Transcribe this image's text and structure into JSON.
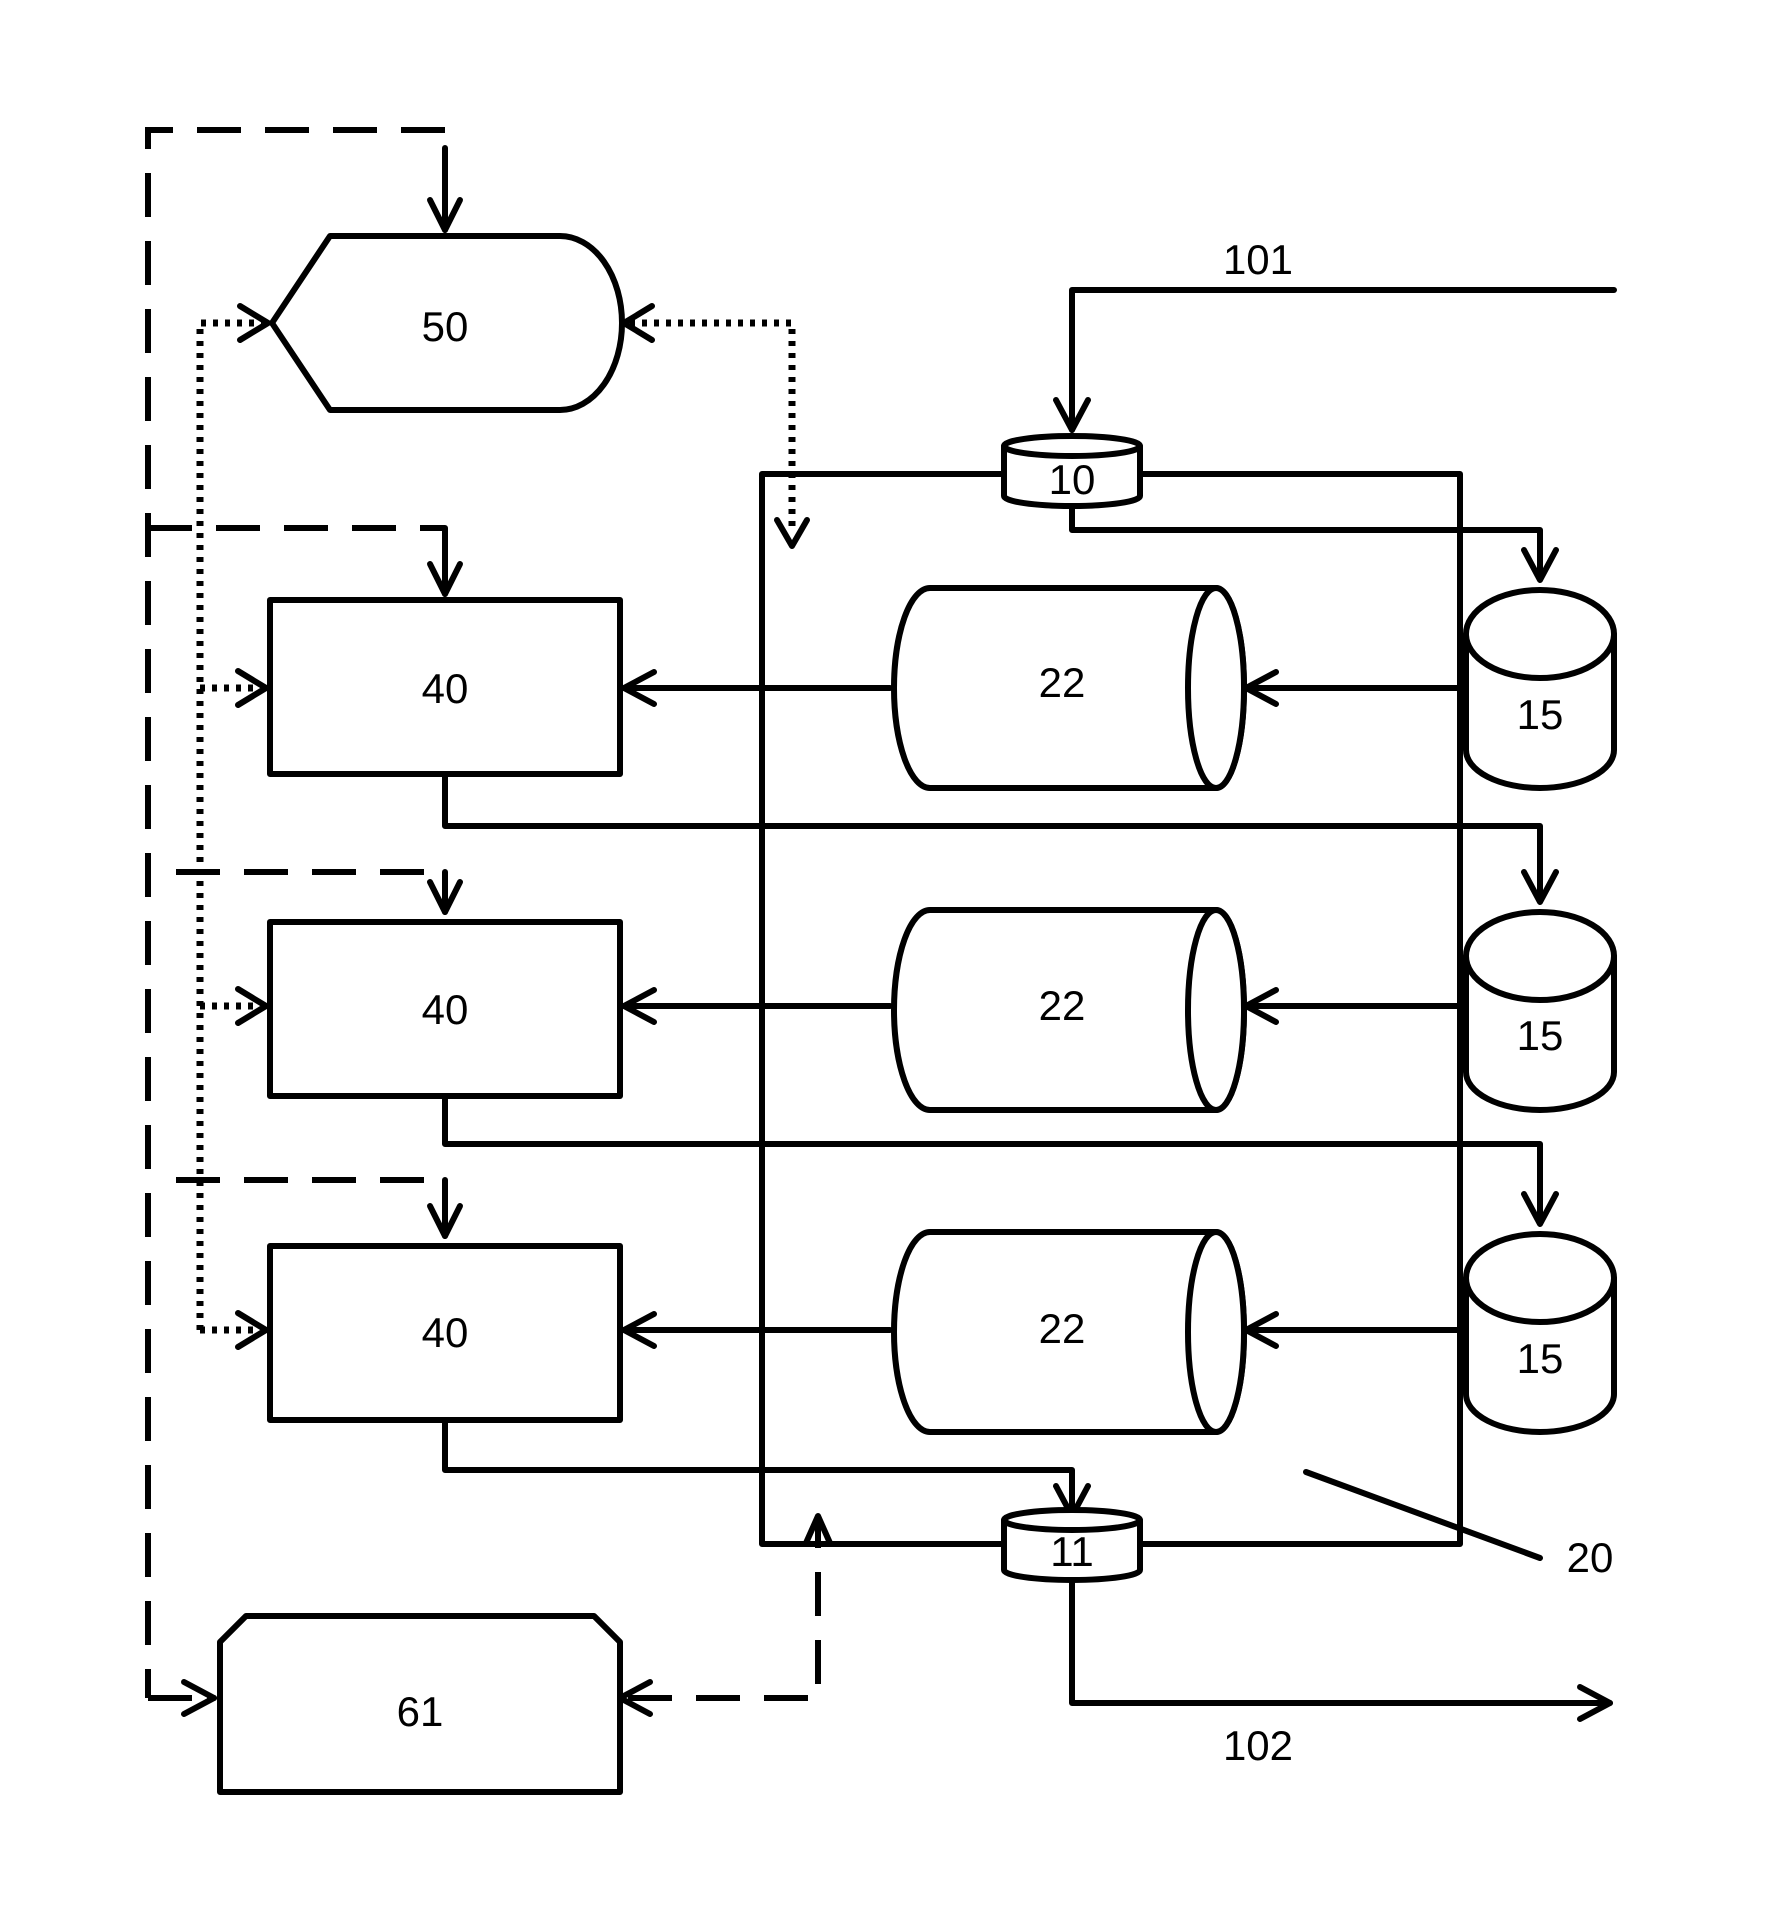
{
  "labels": {
    "controller": "50",
    "inlet_valve": "10",
    "outlet_valve": "11",
    "unit_top": "40",
    "unit_mid": "40",
    "unit_bot": "40",
    "vessel_top": "22",
    "vessel_mid": "22",
    "vessel_bot": "22",
    "tank_top": "15",
    "tank_mid": "15",
    "tank_bot": "15",
    "module": "61",
    "inlet_stream": "101",
    "outlet_stream": "102",
    "housing": "20"
  }
}
